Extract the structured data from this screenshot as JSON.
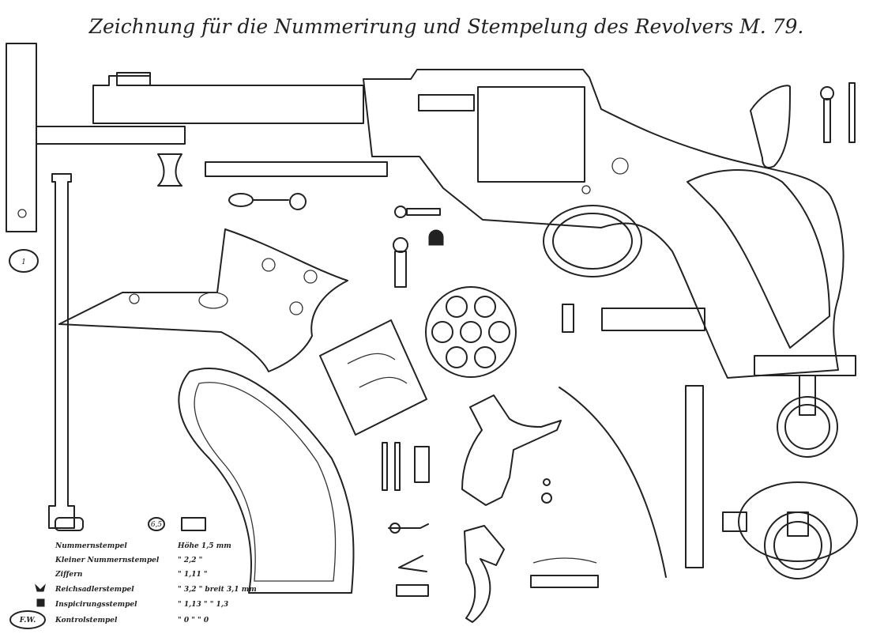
{
  "title": "Zeichnung für die Nummerirung und Stempelung des Revolvers M. 79.",
  "legend": {
    "rows": [
      {
        "label": "Nummernstempel",
        "value": "Höhe 1,5 mm"
      },
      {
        "label": "Kleiner Nummernstempel",
        "value": "\" 2,2 \""
      },
      {
        "label": "Ziffern",
        "value": "\" 1,11 \""
      },
      {
        "label": "Reichsadlerstempel",
        "value": "\" 3,2 \" breit 3,1 mm"
      },
      {
        "label": "Inspicirungsstempel",
        "value": "\" 1,13 \" \" 1,3"
      },
      {
        "label": "Kontrolstempel",
        "value": "\" 0 \" \" 0"
      }
    ],
    "stamp_mark": "F.W.",
    "marker_1": "1",
    "marker_small": "6,5"
  }
}
